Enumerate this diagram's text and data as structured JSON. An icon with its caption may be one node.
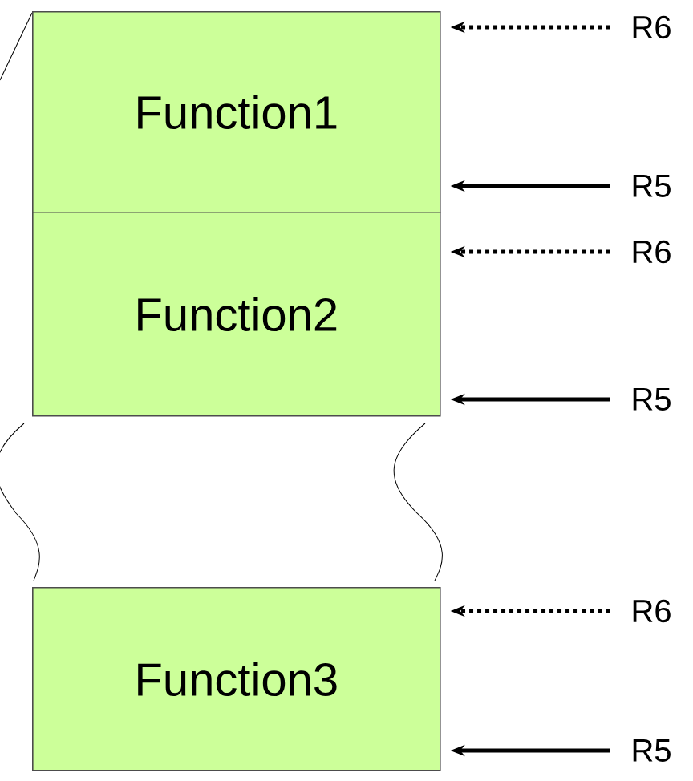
{
  "diagram": {
    "nodes": [
      {
        "text": [
          "Function1"
        ]
      },
      {
        "text": [
          "Function2"
        ]
      },
      {
        "text": [
          "Function3"
        ]
      },
      {
        "text": [
          "R6"
        ]
      },
      {
        "text": [
          "R5"
        ]
      },
      {
        "text": [
          "R6"
        ]
      },
      {
        "text": [
          "R5"
        ]
      },
      {
        "text": [
          "R6"
        ]
      },
      {
        "text": [
          "R5"
        ]
      }
    ],
    "edges": [
      {
        "from": 3,
        "to": 0,
        "arrow": "to",
        "style": "dashed"
      },
      {
        "from": 4,
        "to": 0,
        "arrow": "to"
      },
      {
        "from": 5,
        "to": 1,
        "arrow": "to",
        "style": "dashed"
      },
      {
        "from": 6,
        "to": 1,
        "arrow": "to"
      },
      {
        "from": 7,
        "to": 2,
        "arrow": "to",
        "style": "dashed"
      },
      {
        "from": 8,
        "to": 2,
        "arrow": "to"
      }
    ]
  }
}
